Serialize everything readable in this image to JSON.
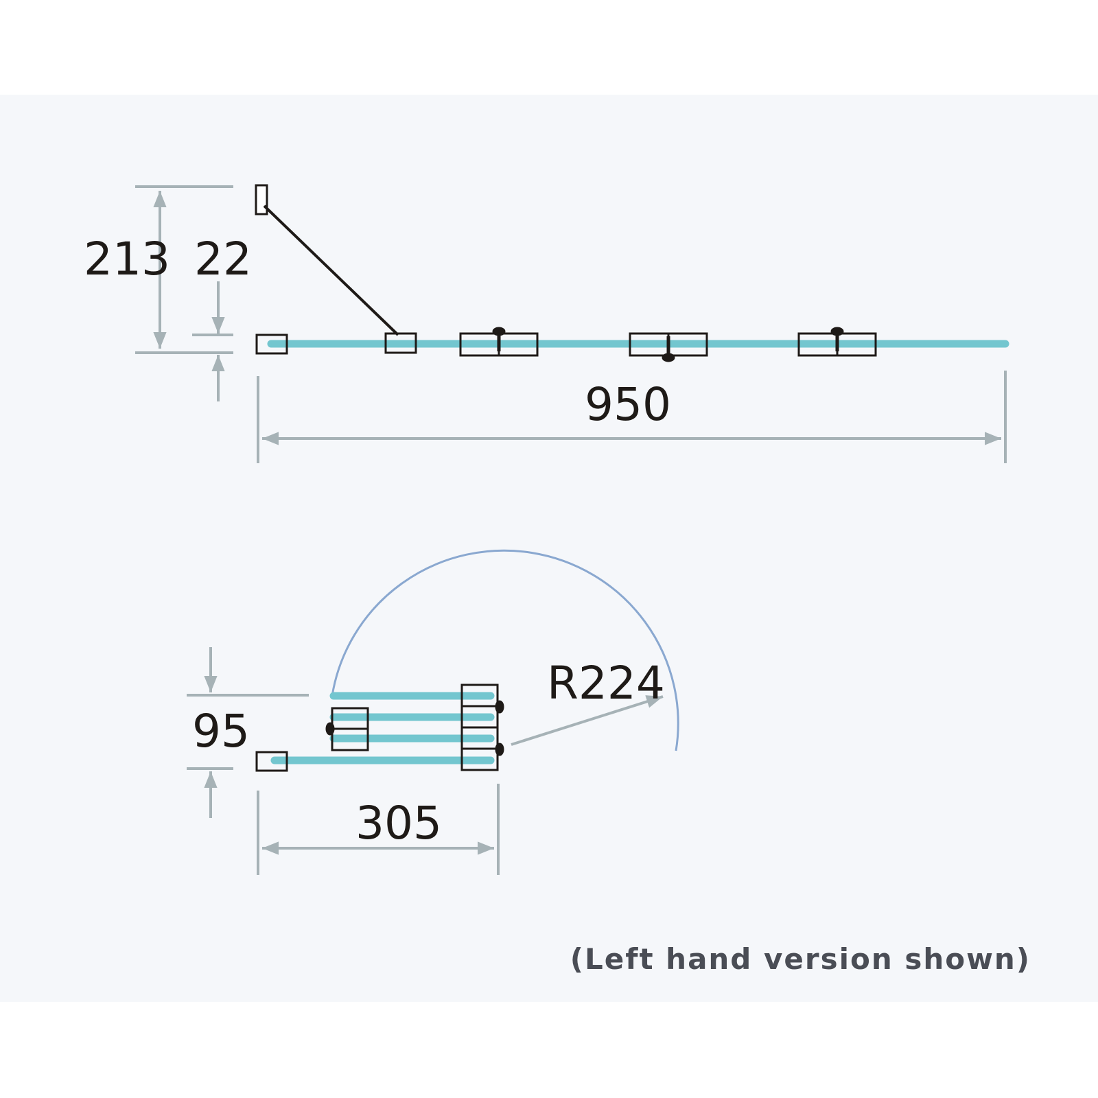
{
  "dimensions": {
    "overall_height": "213",
    "offset": "22",
    "overall_width": "950",
    "stack_depth": "95",
    "stack_width": "305",
    "swing_radius": "R224"
  },
  "caption": "(Left hand version shown)",
  "colors": {
    "glass": "#73c6cf",
    "dimension_line": "#a6b2b6",
    "outline": "#1e1a17",
    "swing_arc": "#8aa8d0",
    "panel_background": "#f5f7fa"
  }
}
